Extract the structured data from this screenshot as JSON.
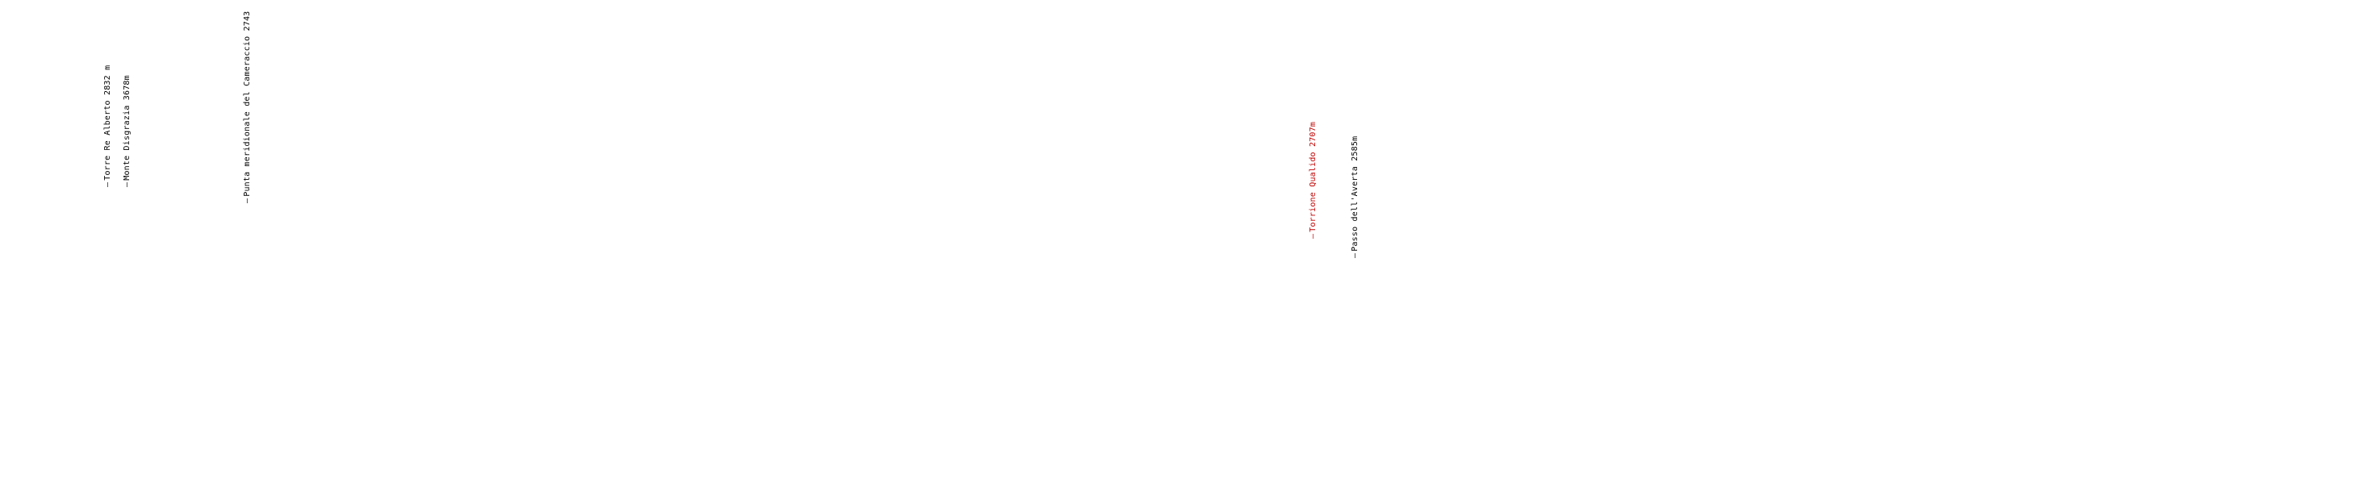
{
  "labels": [
    {
      "id": "torre-re-alberto",
      "text": "Torre Re Alberto 2832 m",
      "color": "#000000"
    },
    {
      "id": "monte-disgrazia",
      "text": "Monte Disgrazia 3678m",
      "color": "#000000"
    },
    {
      "id": "punta-meridionale",
      "text": "Punta meridionale del Cameraccio 2743",
      "color": "#000000"
    },
    {
      "id": "torrione-qualido",
      "text": "Torrione Qualido 2707m",
      "color": "#c00000"
    },
    {
      "id": "passo-averta",
      "text": "Passo dell'Averta 2585m",
      "color": "#000000"
    }
  ],
  "dash_glyph": "—"
}
